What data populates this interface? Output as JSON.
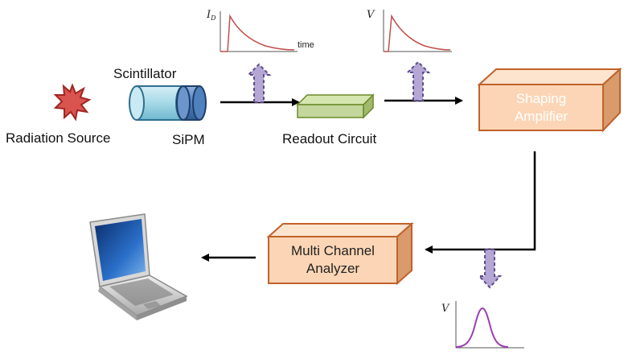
{
  "labels": {
    "radiation_source": "Radiation Source",
    "scintillator": "Scintillator",
    "sipm": "SiPM",
    "readout_circuit": "Readout Circuit"
  },
  "boxes": {
    "shaping_amplifier": [
      "Shaping",
      "Amplifier"
    ],
    "multi_channel_analyzer": [
      "Multi Channel",
      "Analyzer"
    ]
  },
  "plots": {
    "current_pulse": {
      "ylabel": "I",
      "ylabel_sub": "D",
      "xlabel": "time",
      "shape": "fast rise, exponential decay",
      "color": "#c0504d"
    },
    "voltage_pulse": {
      "ylabel": "V",
      "xlabel": "",
      "shape": "fast rise, exponential decay",
      "color": "#c0504d"
    },
    "shaped_pulse": {
      "ylabel": "V",
      "xlabel": "",
      "shape": "gaussian",
      "color": "#9b3fb0"
    }
  },
  "colors": {
    "box_fill": "#fbd5b5",
    "box_border": "#c0622a",
    "box_side": "#d99a6c",
    "readout_board": "#c3d69b",
    "scintillator": "#a6d9e7",
    "sipm": "#4f81bd",
    "radiation": "#d9534f",
    "dashed_arrow_fill": "#b4a7d6",
    "dashed_arrow_stroke": "#5f4a8b"
  },
  "icons": {
    "radiation_source": "starburst-icon",
    "computer": "laptop-icon"
  }
}
